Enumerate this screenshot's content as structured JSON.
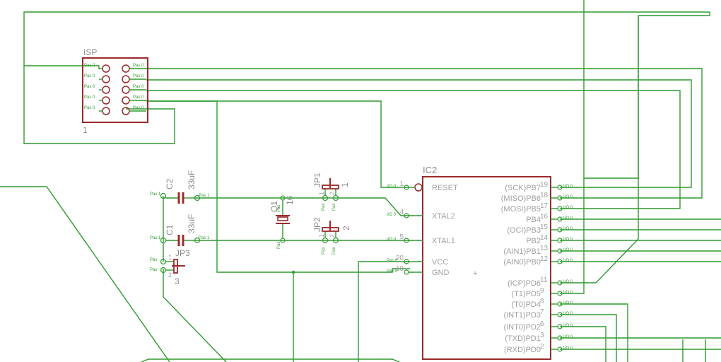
{
  "isp": {
    "name": "ISP",
    "pin1": "1",
    "pin_types": [
      "Pas 0",
      "Pas 0",
      "Pas 0",
      "Pas 0",
      "Pas 0",
      "Pas 0",
      "Pas 0",
      "Pas 0",
      "Pas 0",
      "Pas 0"
    ]
  },
  "c2": {
    "name": "C2",
    "value": "33uF",
    "pin_a": "Pas 1",
    "pin_b": "Pas 1"
  },
  "c1": {
    "name": "C1",
    "value": "33uF",
    "pin_a": "Pas 1",
    "pin_b": "Pas 1"
  },
  "q1": {
    "name": "Q1",
    "value": "16",
    "pin_a": "Pas",
    "pin_b": "Pas"
  },
  "jp1": {
    "name": "JP1",
    "value": "1",
    "pin_a": "1",
    "pin_b": "2",
    "type_a": "Pas",
    "type_b": "Pas"
  },
  "jp2": {
    "name": "JP2",
    "value": "2",
    "pin_a": "1",
    "pin_b": "2",
    "type_a": "Pas",
    "type_b": "Pas"
  },
  "jp3": {
    "name": "JP3",
    "value": "3",
    "pin_a": "1",
    "pin_b": "2",
    "type_a": "Pas",
    "type_b": "Pas"
  },
  "ic2": {
    "name": "IC2",
    "plus": "+",
    "left_pins": [
      {
        "num": "1",
        "name": "RESET",
        "type": "I/O 0"
      },
      {
        "num": "4",
        "name": "XTAL2",
        "type": "I/O 0"
      },
      {
        "num": "5",
        "name": "XTAL1",
        "type": "I/O 0"
      },
      {
        "num": "20",
        "name": "VCC",
        "type": "Pwr 0"
      },
      {
        "num": "10",
        "name": "GND",
        "type": "Pwr 0"
      }
    ],
    "right_pins": [
      {
        "num": "19",
        "name": "(SCK)PB7",
        "type": "I/O 0"
      },
      {
        "num": "18",
        "name": "(MISO)PB6",
        "type": "I/O 0"
      },
      {
        "num": "17",
        "name": "(MOSI)PB5",
        "type": "I/O 0"
      },
      {
        "num": "16",
        "name": "PB4",
        "type": "I/O 0"
      },
      {
        "num": "15",
        "name": "(OCI)PB3",
        "type": "I/O 0"
      },
      {
        "num": "14",
        "name": "PB2",
        "type": "I/O 0"
      },
      {
        "num": "13",
        "name": "(AIN1)PB1",
        "type": "I/O 0"
      },
      {
        "num": "12",
        "name": "(AIN0)PB0",
        "type": "I/O 0"
      },
      {
        "num": "11",
        "name": "(ICP)PD6",
        "type": "I/O 0"
      },
      {
        "num": "9",
        "name": "(T1)PD5",
        "type": "I/O 0"
      },
      {
        "num": "8",
        "name": "(T0)PD4",
        "type": "I/O 0"
      },
      {
        "num": "7",
        "name": "(INT1)PD3",
        "type": "I/O 0"
      },
      {
        "num": "6",
        "name": "(INT0)PD2",
        "type": "I/O 0"
      },
      {
        "num": "3",
        "name": "(TXD)PD1",
        "type": "I/O 0"
      },
      {
        "num": "2",
        "name": "(RXD)PD0",
        "type": "I/O 0"
      }
    ]
  }
}
